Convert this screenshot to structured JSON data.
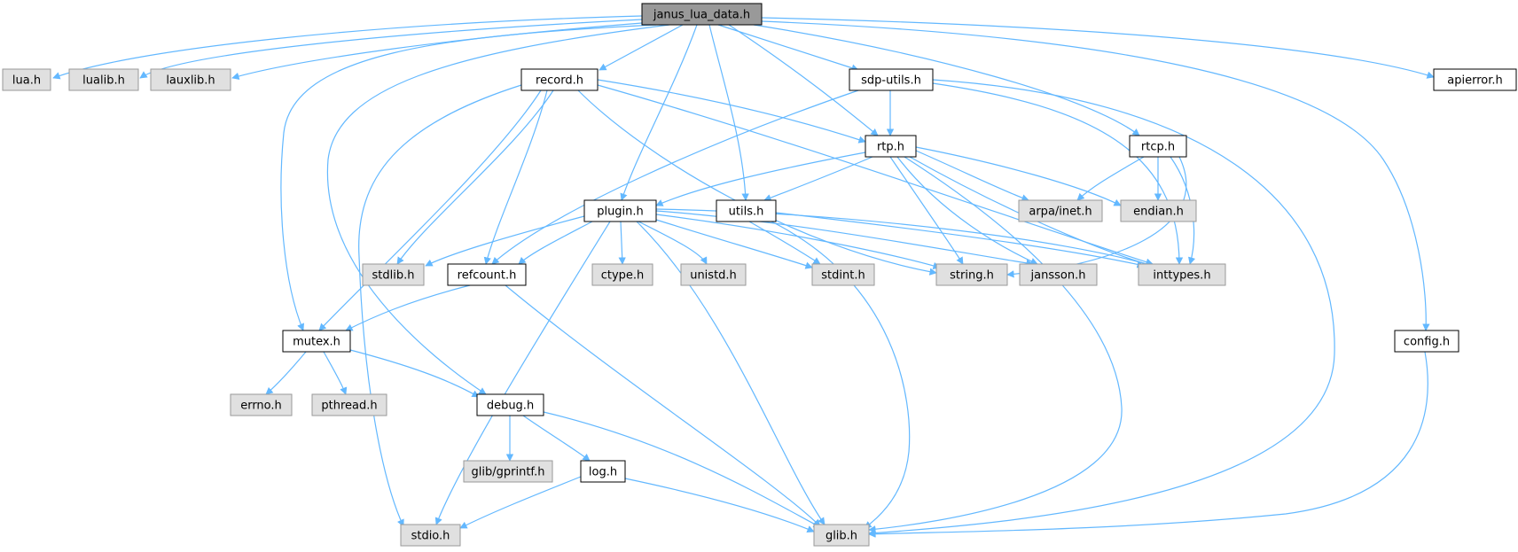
{
  "diagram": {
    "title": "",
    "colors": {
      "edge": "#63b8ff",
      "root_fill": "#999999",
      "internal_fill": "#ffffff",
      "external_fill": "#e0e0e0",
      "internal_border": "#000000",
      "external_border": "#999999"
    },
    "nodes": [
      {
        "id": "janus_lua_data",
        "label": "janus_lua_data.h",
        "kind": "root"
      },
      {
        "id": "lua",
        "label": "lua.h",
        "kind": "external"
      },
      {
        "id": "lualib",
        "label": "lualib.h",
        "kind": "external"
      },
      {
        "id": "lauxlib",
        "label": "lauxlib.h",
        "kind": "external"
      },
      {
        "id": "record",
        "label": "record.h",
        "kind": "internal"
      },
      {
        "id": "sdp_utils",
        "label": "sdp-utils.h",
        "kind": "internal"
      },
      {
        "id": "apierror",
        "label": "apierror.h",
        "kind": "internal"
      },
      {
        "id": "rtp",
        "label": "rtp.h",
        "kind": "internal"
      },
      {
        "id": "rtcp",
        "label": "rtcp.h",
        "kind": "internal"
      },
      {
        "id": "plugin",
        "label": "plugin.h",
        "kind": "internal"
      },
      {
        "id": "utils",
        "label": "utils.h",
        "kind": "internal"
      },
      {
        "id": "arpa_inet",
        "label": "arpa/inet.h",
        "kind": "external"
      },
      {
        "id": "endian",
        "label": "endian.h",
        "kind": "external"
      },
      {
        "id": "stdlib",
        "label": "stdlib.h",
        "kind": "external"
      },
      {
        "id": "refcount",
        "label": "refcount.h",
        "kind": "internal"
      },
      {
        "id": "ctype",
        "label": "ctype.h",
        "kind": "external"
      },
      {
        "id": "unistd",
        "label": "unistd.h",
        "kind": "external"
      },
      {
        "id": "stdint",
        "label": "stdint.h",
        "kind": "external"
      },
      {
        "id": "string",
        "label": "string.h",
        "kind": "external"
      },
      {
        "id": "jansson",
        "label": "jansson.h",
        "kind": "external"
      },
      {
        "id": "inttypes",
        "label": "inttypes.h",
        "kind": "external"
      },
      {
        "id": "mutex",
        "label": "mutex.h",
        "kind": "internal"
      },
      {
        "id": "config",
        "label": "config.h",
        "kind": "internal"
      },
      {
        "id": "errno",
        "label": "errno.h",
        "kind": "external"
      },
      {
        "id": "pthread",
        "label": "pthread.h",
        "kind": "external"
      },
      {
        "id": "debug",
        "label": "debug.h",
        "kind": "internal"
      },
      {
        "id": "glib_gprintf",
        "label": "glib/gprintf.h",
        "kind": "external"
      },
      {
        "id": "log",
        "label": "log.h",
        "kind": "internal"
      },
      {
        "id": "stdio",
        "label": "stdio.h",
        "kind": "external"
      },
      {
        "id": "glib",
        "label": "glib.h",
        "kind": "external"
      }
    ],
    "edges": [
      {
        "from": "janus_lua_data",
        "to": "lua"
      },
      {
        "from": "janus_lua_data",
        "to": "lualib"
      },
      {
        "from": "janus_lua_data",
        "to": "lauxlib"
      },
      {
        "from": "janus_lua_data",
        "to": "record"
      },
      {
        "from": "janus_lua_data",
        "to": "sdp_utils"
      },
      {
        "from": "janus_lua_data",
        "to": "apierror"
      },
      {
        "from": "janus_lua_data",
        "to": "rtp"
      },
      {
        "from": "janus_lua_data",
        "to": "rtcp"
      },
      {
        "from": "janus_lua_data",
        "to": "plugin"
      },
      {
        "from": "janus_lua_data",
        "to": "utils"
      },
      {
        "from": "janus_lua_data",
        "to": "mutex"
      },
      {
        "from": "janus_lua_data",
        "to": "debug"
      },
      {
        "from": "janus_lua_data",
        "to": "config"
      },
      {
        "from": "record",
        "to": "rtp"
      },
      {
        "from": "record",
        "to": "stdlib"
      },
      {
        "from": "record",
        "to": "refcount"
      },
      {
        "from": "record",
        "to": "string"
      },
      {
        "from": "record",
        "to": "inttypes"
      },
      {
        "from": "record",
        "to": "mutex"
      },
      {
        "from": "record",
        "to": "stdio"
      },
      {
        "from": "sdp_utils",
        "to": "rtp"
      },
      {
        "from": "sdp_utils",
        "to": "refcount"
      },
      {
        "from": "sdp_utils",
        "to": "inttypes"
      },
      {
        "from": "sdp_utils",
        "to": "glib"
      },
      {
        "from": "rtp",
        "to": "plugin"
      },
      {
        "from": "rtp",
        "to": "utils"
      },
      {
        "from": "rtp",
        "to": "arpa_inet"
      },
      {
        "from": "rtp",
        "to": "endian"
      },
      {
        "from": "rtp",
        "to": "string"
      },
      {
        "from": "rtp",
        "to": "jansson"
      },
      {
        "from": "rtp",
        "to": "inttypes"
      },
      {
        "from": "rtp",
        "to": "glib"
      },
      {
        "from": "rtcp",
        "to": "arpa_inet"
      },
      {
        "from": "rtcp",
        "to": "endian"
      },
      {
        "from": "rtcp",
        "to": "inttypes"
      },
      {
        "from": "rtcp",
        "to": "string"
      },
      {
        "from": "plugin",
        "to": "stdlib"
      },
      {
        "from": "plugin",
        "to": "refcount"
      },
      {
        "from": "plugin",
        "to": "ctype"
      },
      {
        "from": "plugin",
        "to": "unistd"
      },
      {
        "from": "plugin",
        "to": "stdint"
      },
      {
        "from": "plugin",
        "to": "string"
      },
      {
        "from": "plugin",
        "to": "jansson"
      },
      {
        "from": "plugin",
        "to": "inttypes"
      },
      {
        "from": "plugin",
        "to": "stdio"
      },
      {
        "from": "plugin",
        "to": "glib"
      },
      {
        "from": "utils",
        "to": "stdint"
      },
      {
        "from": "utils",
        "to": "inttypes"
      },
      {
        "from": "utils",
        "to": "glib"
      },
      {
        "from": "refcount",
        "to": "mutex"
      },
      {
        "from": "refcount",
        "to": "glib"
      },
      {
        "from": "mutex",
        "to": "errno"
      },
      {
        "from": "mutex",
        "to": "pthread"
      },
      {
        "from": "mutex",
        "to": "debug"
      },
      {
        "from": "debug",
        "to": "glib_gprintf"
      },
      {
        "from": "debug",
        "to": "log"
      },
      {
        "from": "debug",
        "to": "glib"
      },
      {
        "from": "log",
        "to": "stdio"
      },
      {
        "from": "log",
        "to": "glib"
      },
      {
        "from": "config",
        "to": "glib"
      }
    ]
  }
}
